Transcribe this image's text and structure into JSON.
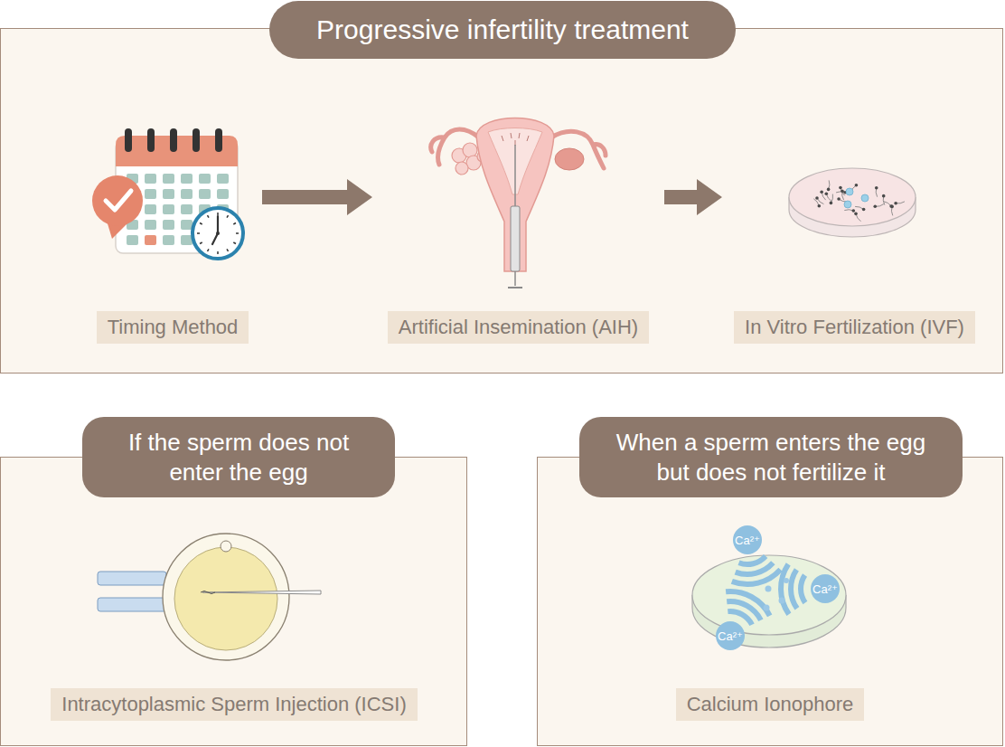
{
  "diagram": {
    "nodes": [
      {
        "text": [
          "Progressive infertility treatment"
        ]
      },
      {
        "text": [
          "Timing Method"
        ],
        "in": 0
      },
      {
        "text": [
          "Artificial Insemination (AIH)"
        ],
        "in": 0
      },
      {
        "text": [
          "In Vitro Fertilization (IVF)"
        ],
        "in": 0
      },
      {
        "text": [
          "If the sperm does not enter the egg"
        ]
      },
      {
        "text": [
          "Intracytoplasmic Sperm Injection (ICSI)"
        ],
        "in": 4
      },
      {
        "text": [
          "When a sperm enters the egg but does not fertilize it"
        ]
      },
      {
        "text": [
          "Calcium Ionophore"
        ],
        "in": 6
      }
    ],
    "edges": [
      {
        "from": 1,
        "to": 2,
        "arrow": "to"
      },
      {
        "from": 2,
        "to": 3,
        "arrow": "to"
      }
    ],
    "labels": [
      "Ca²⁺",
      "Ca²⁺",
      "Ca²⁺"
    ]
  }
}
